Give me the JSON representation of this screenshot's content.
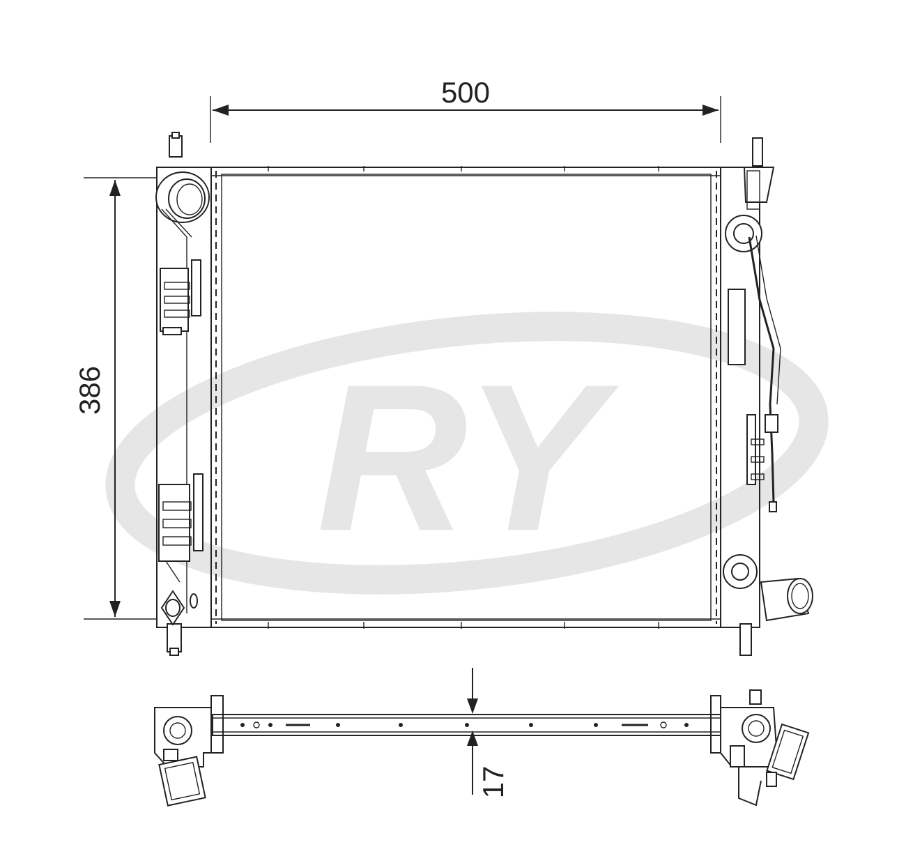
{
  "dimensions": {
    "width_label": "500",
    "height_label": "386",
    "thickness_label": "17"
  },
  "watermark": {
    "text": "RY",
    "color": "#e6e6e6"
  },
  "colors": {
    "line": "#222222",
    "background": "#ffffff"
  }
}
